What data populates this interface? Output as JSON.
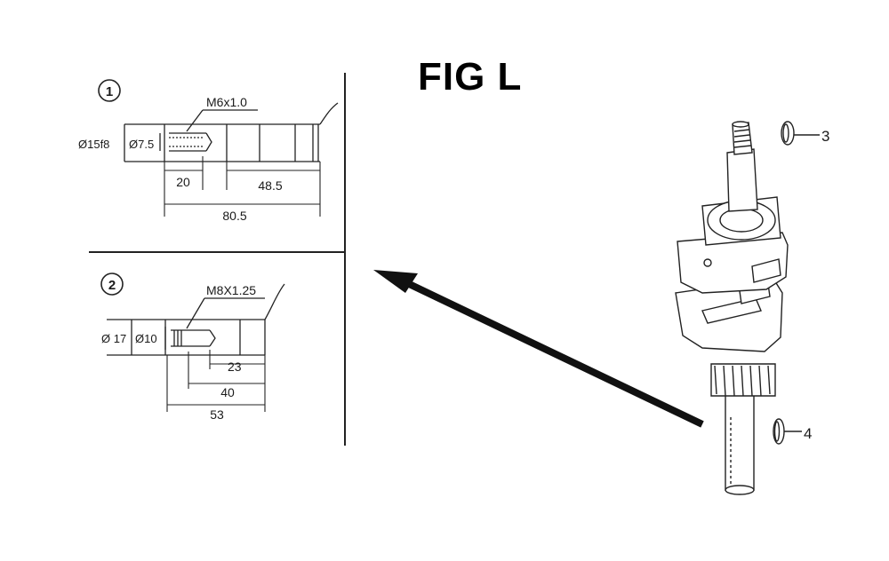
{
  "figure": {
    "title": "FIG L",
    "panel1": {
      "number": "1",
      "thread": "M6x1.0",
      "outer_diameter": "Ø15f8",
      "inner_diameter": "Ø7.5",
      "dim_a": "20",
      "dim_b": "48.5",
      "dim_total": "80.5"
    },
    "panel2": {
      "number": "2",
      "thread": "M8X1.25",
      "outer_diameter": "Ø 17",
      "inner_diameter": "Ø10",
      "dim_a": "23",
      "dim_b": "40",
      "dim_total": "53"
    },
    "callouts": {
      "top_seal": "3",
      "bottom_seal": "4"
    }
  }
}
